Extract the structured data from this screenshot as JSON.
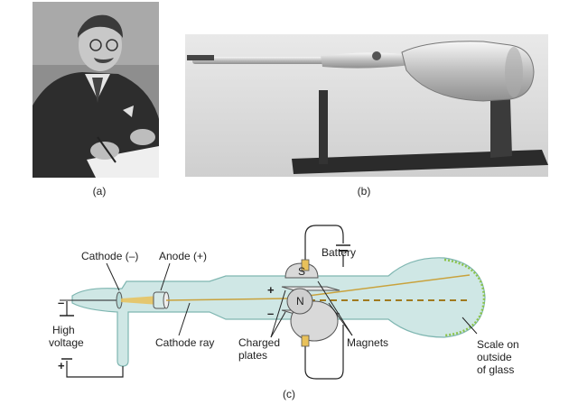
{
  "captions": {
    "a": "(a)",
    "b": "(b)",
    "c": "(c)"
  },
  "labels": {
    "cathode": "Cathode (–)",
    "anode": "Anode (+)",
    "battery": "Battery",
    "high_voltage_1": "High",
    "high_voltage_2": "voltage",
    "cathode_ray": "Cathode ray",
    "charged_plates_1": "Charged",
    "charged_plates_2": "plates",
    "magnets": "Magnets",
    "scale_1": "Scale on",
    "scale_2": "outside",
    "scale_3": "of glass",
    "magnet_s": "S",
    "magnet_n": "N",
    "plus_top": "+",
    "minus_plate": "–",
    "minus_hv": "–",
    "plus_hv": "+"
  },
  "colors": {
    "glass": "#cfe7e5",
    "glass_edge": "#7fb6b1",
    "ray": "#e8c15a",
    "magnet": "#d9d9d9",
    "scale": "#8bc34a",
    "wire": "#222222"
  }
}
